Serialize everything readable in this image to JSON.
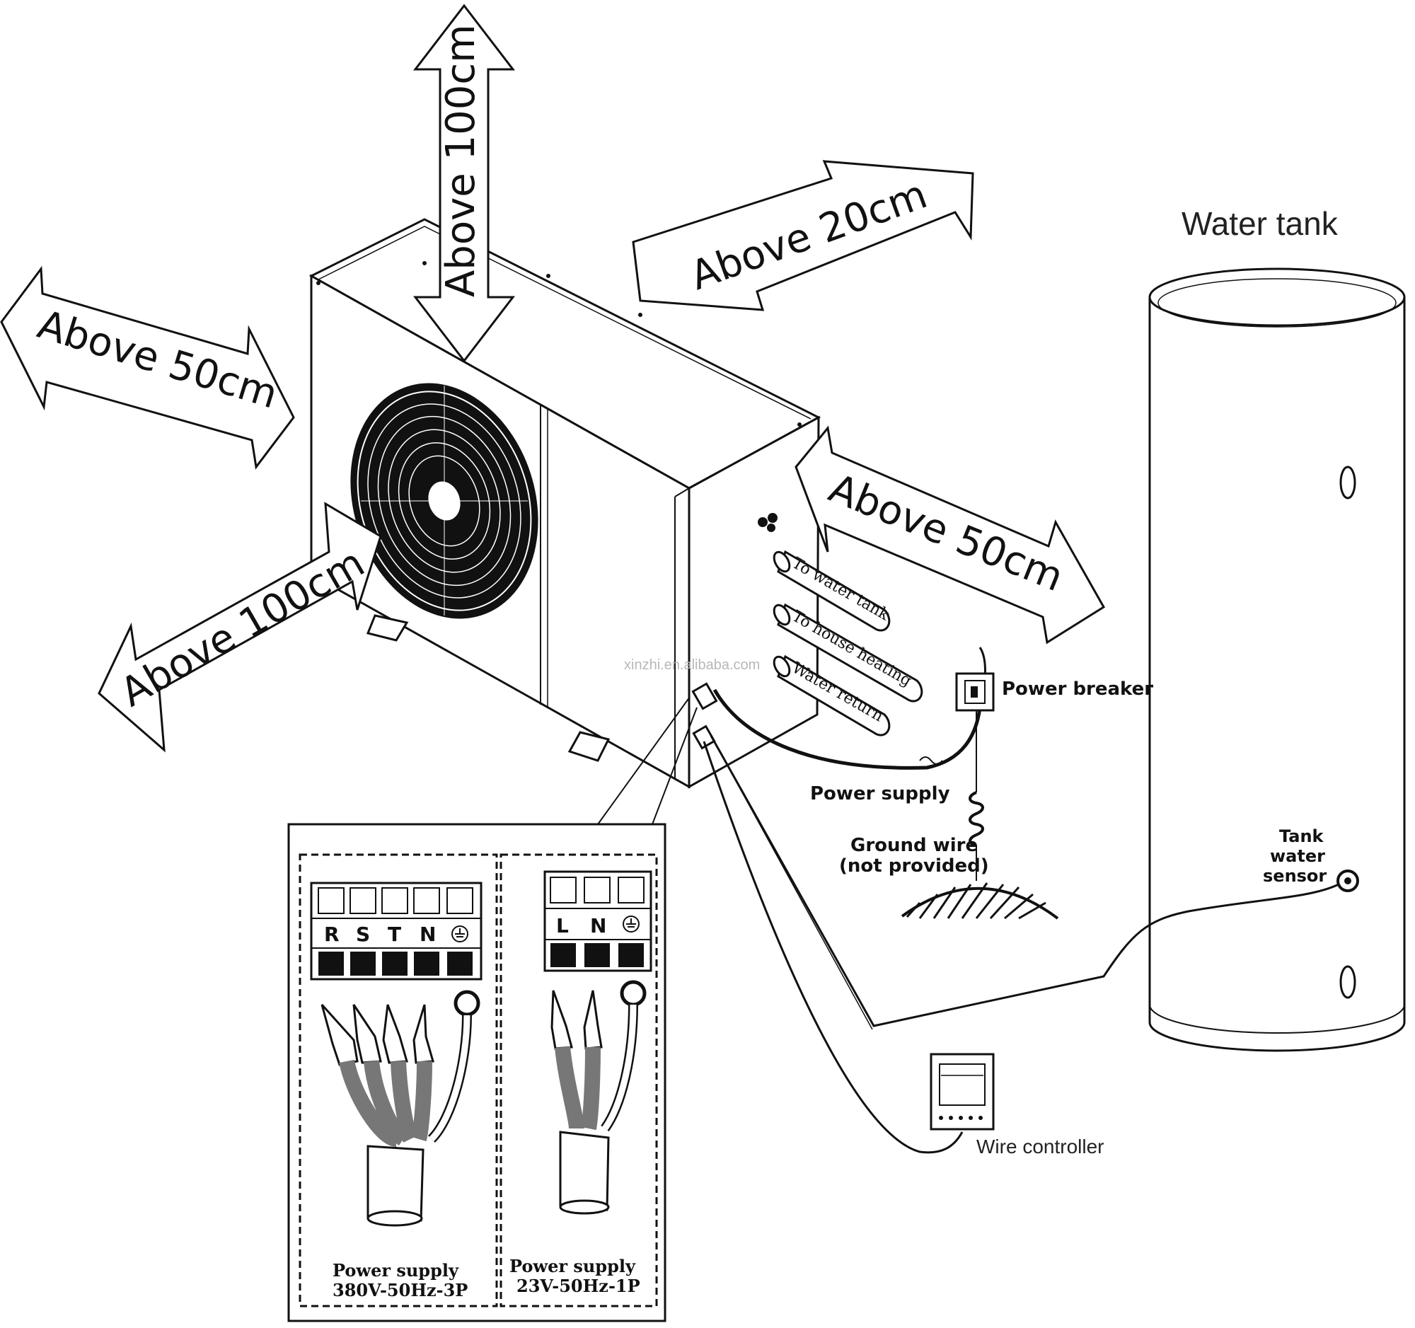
{
  "clearances": {
    "top": "Above 100cm",
    "back": "Above 20cm",
    "left": "Above 50cm",
    "right": "Above 50cm",
    "front": "Above 100cm"
  },
  "pipes": [
    "To water tank",
    "To house heating",
    "Water return"
  ],
  "labels": {
    "water_tank": "Water tank",
    "power_breaker": "Power breaker",
    "power_supply": "Power supply",
    "ground_wire_1": "Ground wire",
    "ground_wire_2": "(not provided)",
    "tank_sensor_1": "Tank",
    "tank_sensor_2": "water",
    "tank_sensor_3": "sensor",
    "wire_controller": "Wire controller",
    "watermark": "xinzhi.en.alibaba.com"
  },
  "terminals": {
    "three_phase": {
      "letters": [
        "R",
        "S",
        "T",
        "N"
      ],
      "caption_1": "Power supply",
      "caption_2": "380V-50Hz-3P"
    },
    "single_phase": {
      "letters": [
        "L",
        "N"
      ],
      "caption_1": "Power supply",
      "caption_2": "23V-50Hz-1P"
    }
  }
}
